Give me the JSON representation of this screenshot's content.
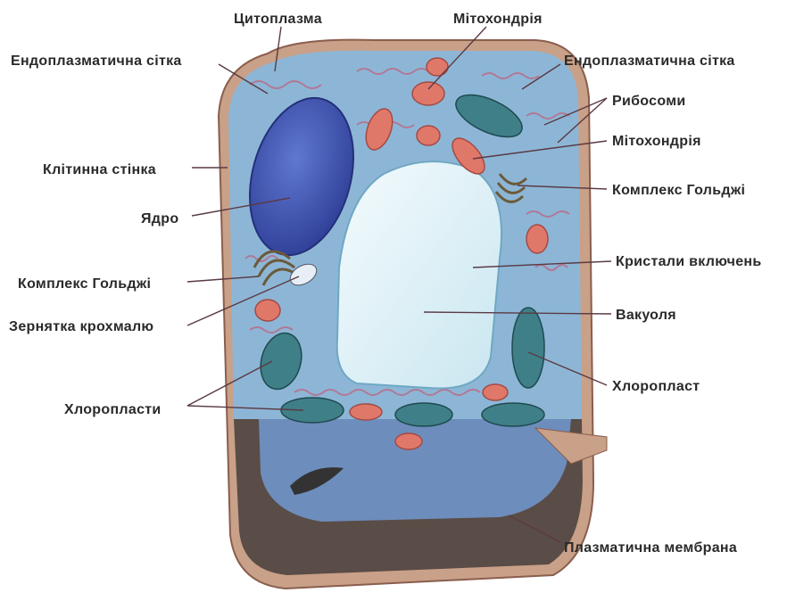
{
  "title": "Plant cell diagram",
  "labels": {
    "cytoplasm": "Цитоплазма",
    "mitochondrion_top": "Мітохондрія",
    "er_left": "Ендоплазматична сітка",
    "er_right": "Ендоплазматична сітка",
    "ribosomes": "Рибосоми",
    "mitochondrion_right": "Мітохондрія",
    "cell_wall": "Клітинна стінка",
    "golgi_right": "Комплекс Гольджі",
    "nucleus": "Ядро",
    "crystals": "Кристали включень",
    "golgi_left": "Комплекс Гольджі",
    "starch": "Зернятка крохмалю",
    "vacuole": "Вакуоля",
    "chloroplast": "Хлоропласт",
    "chloroplasts": "Хлоропласти",
    "plasma_membrane": "Плазматична мембрана"
  },
  "colors": {
    "cytoplasm": "#8db6d6",
    "nucleus": "#3d52b0",
    "vacuole": "#e6f4fa",
    "mitochondria": "#e0786a",
    "chloroplast": "#3f7f88",
    "wall": "#c89a7a",
    "lower_dark": "#5a4c46"
  }
}
